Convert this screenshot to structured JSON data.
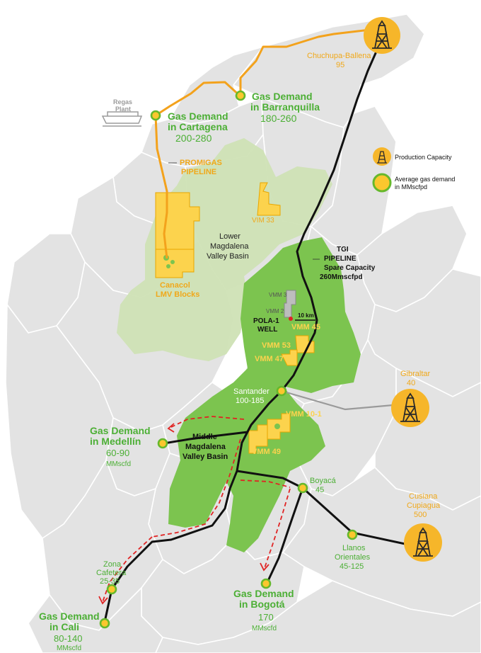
{
  "colors": {
    "region_fill": "#e3e3e3",
    "region_stroke": "#ffffff",
    "lower_basin": "#cfe2b5",
    "middle_basin": "#7cc44f",
    "blocks": "#fcd34d",
    "block_stroke": "#e8a600",
    "promigas_pipeline": "#f3a21c",
    "tgi_pipeline": "#111111",
    "gibraltar_pipeline": "#9a9a9a",
    "demand_text": "#4caf35",
    "production_text": "#f0a81a",
    "production_icon": "#f6b62a",
    "node_ring": "#66b82b",
    "node_fill": "#fbc72e",
    "flow_arrow": "#e02424"
  },
  "legend": {
    "production_capacity": "Production Capacity",
    "avg_demand_line1": "Average gas demand",
    "avg_demand_line2": "in MMscfpd"
  },
  "production_fields": [
    {
      "name": "Chuchupa-Ballena",
      "value": "95"
    },
    {
      "name": "Gibraltar",
      "value": "40"
    },
    {
      "name_line1": "Cusiana",
      "name_line2": "Cupiagua",
      "value": "500"
    }
  ],
  "demand_centers": {
    "barranquilla": {
      "line1": "Gas Demand",
      "line2": "in Barranquilla",
      "value": "180-260"
    },
    "cartagena": {
      "line1": "Gas Demand",
      "line2": "in Cartagena",
      "value": "200-280"
    },
    "medellin": {
      "line1": "Gas Demand",
      "line2": "in Medellín",
      "value": "60-90",
      "unit": "MMscfd"
    },
    "bogota": {
      "line1": "Gas Demand",
      "line2": "in Bogotá",
      "value": "170",
      "unit": "MMscfd"
    },
    "cali": {
      "line1": "Gas Demand",
      "line2": "in Cali",
      "value": "80-140",
      "unit": "MMscfd"
    }
  },
  "intermediate_nodes": {
    "santander": {
      "name": "Santander",
      "value": "100-185"
    },
    "boyaca": {
      "name": "Boyacá",
      "value": "45"
    },
    "llanos": {
      "line1": "Llanos",
      "line2": "Orientales",
      "value": "45-125"
    },
    "zona_cafetera": {
      "line1": "Zona",
      "line2": "Cafetera",
      "value": "25-35"
    }
  },
  "labels": {
    "regas_line1": "Regas",
    "regas_line2": "Plant",
    "promigas_line1": "PROMIGAS",
    "promigas_line2": "PIPELINE",
    "lower_basin_line1": "Lower",
    "lower_basin_line2": "Magdalena",
    "lower_basin_line3": "Valley Basin",
    "canacol_line1": "Canacol",
    "canacol_line2": "LMV Blocks",
    "vim33": "VIM 33",
    "tgi_line1": "TGI",
    "tgi_line2": "PIPELINE",
    "tgi_line3": "Spare Capacity",
    "tgi_line4": "260Mmscfpd",
    "vmm3": "VMM 3",
    "vmm2": "VMM 2",
    "scale": "10 km",
    "pola_line1": "POLA-1",
    "pola_line2": "WELL",
    "vmm45": "VMM 45",
    "vmm53": "VMM 53",
    "vmm47": "VMM 47",
    "vmm10_1": "VMM 10-1",
    "vmm49": "VMM 49",
    "middle_basin_line1": "Middle",
    "middle_basin_line2": "Magdalena",
    "middle_basin_line3": "Valley Basin"
  }
}
